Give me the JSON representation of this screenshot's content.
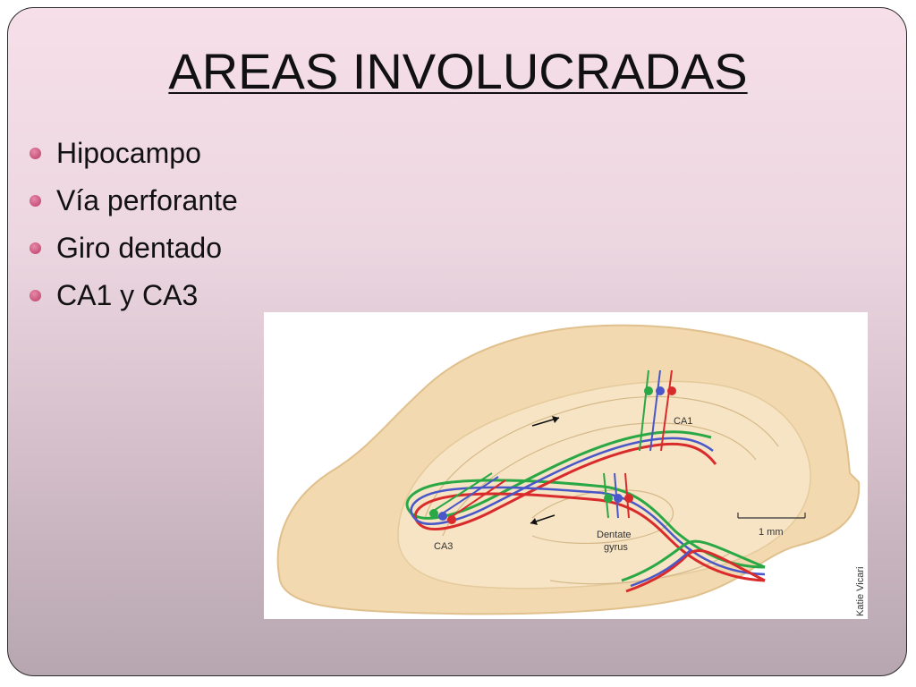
{
  "slide": {
    "title": "AREAS INVOLUCRADAS",
    "bullets": [
      "Hipocampo",
      "Vía perforante",
      "Giro dentado",
      "CA1 y CA3"
    ],
    "bullet_color": "#c9527a"
  },
  "figure": {
    "labels": {
      "ca1": "CA1",
      "ca3": "CA3",
      "dentate_line1": "Dentate",
      "dentate_line2": "gyrus",
      "scale": "1 mm",
      "credit": "Katie Vicari"
    },
    "pathway_colors": {
      "green": "#2aa845",
      "red": "#d92b2b",
      "blue": "#4a57c8"
    },
    "tissue_color": "#f2d9b0"
  }
}
